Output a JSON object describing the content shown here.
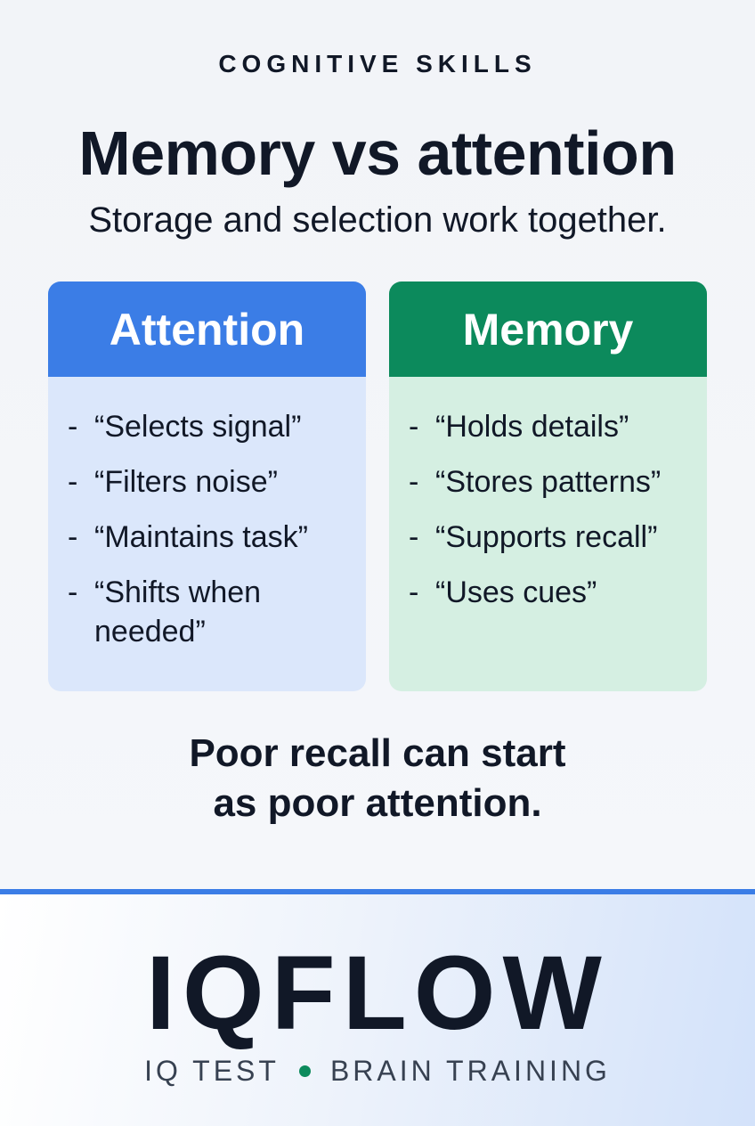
{
  "header": {
    "eyebrow": "COGNITIVE SKILLS",
    "title": "Memory vs attention",
    "subtitle": "Storage and selection work together."
  },
  "cards": {
    "attention": {
      "heading": "Attention",
      "color": "#3b7de6",
      "items": [
        "“Selects signal”",
        "“Filters noise”",
        "“Maintains task”",
        "“Shifts when needed”"
      ]
    },
    "memory": {
      "heading": "Memory",
      "color": "#0c8a5c",
      "items": [
        "“Holds details”",
        "“Stores patterns”",
        "“Supports recall”",
        "“Uses cues”"
      ]
    }
  },
  "takeaway": {
    "line1": "Poor recall can start",
    "line2": "as poor attention."
  },
  "footer": {
    "brand": "IQFLOW",
    "tagline_left": "IQ TEST",
    "tagline_right": "BRAIN TRAINING",
    "accent": "#3b7de6",
    "dot_color": "#0c8a5c"
  }
}
